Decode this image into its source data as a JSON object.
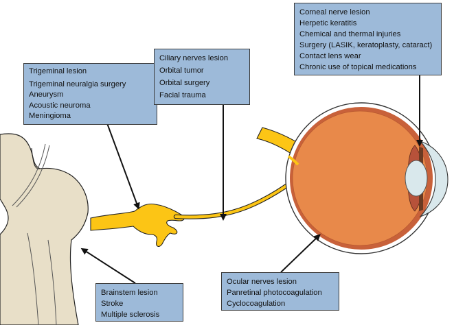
{
  "colors": {
    "box_fill": "#9dbad9",
    "nerve_yellow": "#fcc515",
    "eye_orange": "#e8894a",
    "brainstem_beige": "#e8dfc8",
    "cornea_blue": "#d9e8ec",
    "arrow": "#111111"
  },
  "boxes": {
    "trigeminal": {
      "lines": [
        "Trigeminal lesion",
        "Trigeminal neuralgia surgery",
        "Aneurysm",
        "Acoustic neuroma",
        "Meningioma"
      ]
    },
    "ciliary": {
      "lines": [
        "Ciliary nerves lesion",
        "Orbital tumor",
        "Orbital surgery",
        "Facial trauma"
      ]
    },
    "corneal": {
      "lines": [
        "Corneal nerve lesion",
        "Herpetic keratitis",
        "Chemical and thermal injuries",
        "Surgery (LASIK, keratoplasty, cataract)",
        "Contact lens wear",
        "Chronic use of topical medications"
      ]
    },
    "brainstem": {
      "lines": [
        "Brainstem lesion",
        "Stroke",
        "Multiple sclerosis"
      ]
    },
    "ocular": {
      "lines": [
        "Ocular nerves lesion",
        "Panretinal photocoagulation",
        "Cyclocoagulation"
      ]
    }
  }
}
